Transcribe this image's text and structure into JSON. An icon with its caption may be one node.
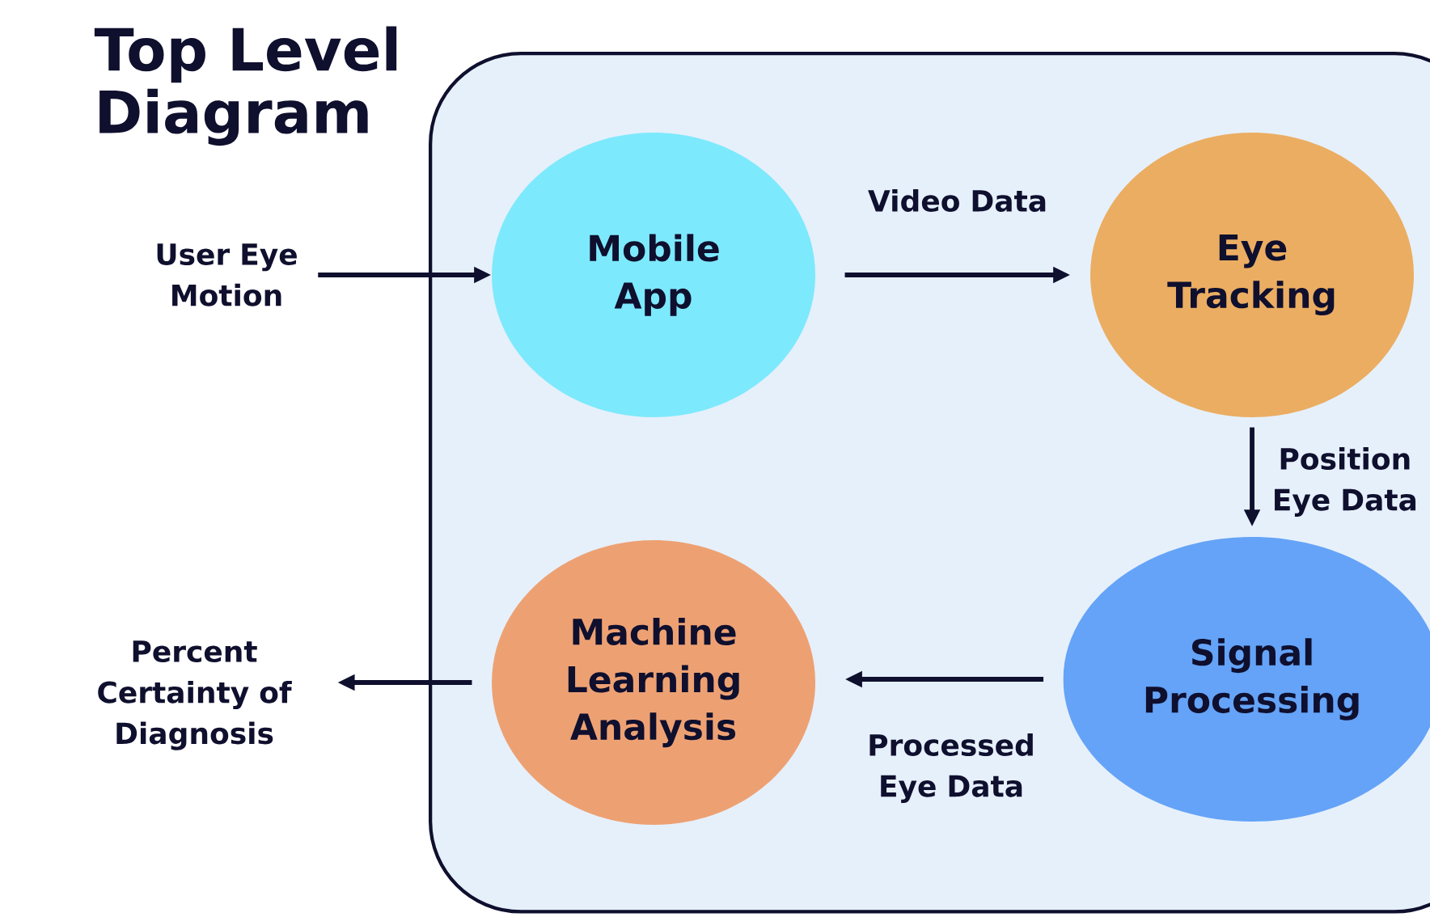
{
  "diagram": {
    "title": "Top Level Diagram",
    "nodes": [
      {
        "text": [],
        "shape": "box"
      },
      {
        "text": [
          "User Eye Motion"
        ]
      },
      {
        "text": [
          "Mobile App"
        ],
        "in": 0
      },
      {
        "text": [
          "Eye Tracking"
        ],
        "in": 0
      },
      {
        "text": [
          "Signal Processing"
        ],
        "in": 0
      },
      {
        "text": [
          "Machine Learning Analysis"
        ],
        "in": 0
      },
      {
        "text": [
          "Percent Certainty of Diagnosis"
        ]
      }
    ],
    "edges": [
      {
        "from": 1,
        "to": 2,
        "arrow": "to"
      },
      {
        "from": 2,
        "to": 3,
        "arrow": "to",
        "label": "Video Data"
      },
      {
        "from": 3,
        "to": 4,
        "arrow": "to",
        "label": "Position Eye Data"
      },
      {
        "from": 4,
        "to": 5,
        "arrow": "to",
        "label": "Processed Eye Data"
      },
      {
        "from": 5,
        "to": 6,
        "arrow": "to"
      }
    ]
  }
}
